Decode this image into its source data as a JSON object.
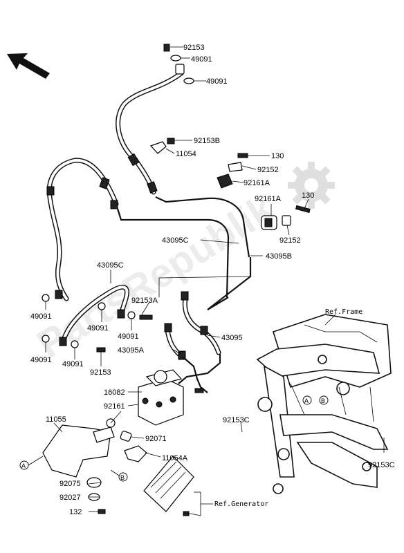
{
  "labels": {
    "p92153_top": "92153",
    "p49091_a": "49091",
    "p49091_b": "49091",
    "p92153b": "92153B",
    "p11054": "11054",
    "p130_a": "130",
    "p92152_a": "92152",
    "p92161a_a": "92161A",
    "p92161a_b": "92161A",
    "p130_b": "130",
    "p92152_b": "92152",
    "p43095c_a": "43095C",
    "p43095b": "43095B",
    "p43095c_b": "43095C",
    "p92153a": "92153A",
    "p49091_c": "49091",
    "p49091_d": "49091",
    "p49091_e": "49091",
    "p49091_f": "49091",
    "p49091_g": "49091",
    "p92153_b": "92153",
    "p43095": "43095",
    "p43095a": "43095A",
    "p16082": "16082",
    "p92161": "92161",
    "p11055": "11055",
    "p92071": "92071",
    "p11054a": "11054A",
    "p92075": "92075",
    "p92027": "92027",
    "p132": "132",
    "p92153c_a": "92153C",
    "p92153c_b": "92153C",
    "ref_frame": "Ref.Frame",
    "ref_generator": "Ref.Generator",
    "marker_a1": "A",
    "marker_b1": "B",
    "marker_a2": "A",
    "marker_b2": "B"
  },
  "watermark": "PartsRepublik",
  "icons": {
    "direction": "arrow-up-left-icon",
    "gear": "gear-icon"
  }
}
